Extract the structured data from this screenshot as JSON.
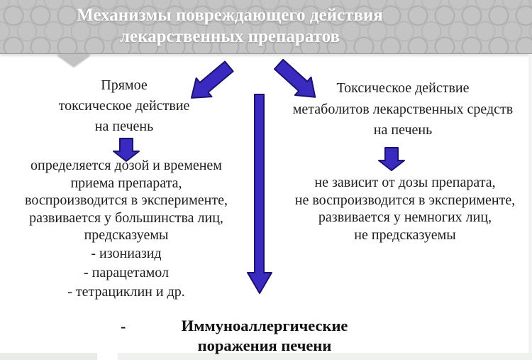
{
  "header": {
    "title_line1": "Механизмы повреждающего действия",
    "title_line2": "лекарственных препаратов"
  },
  "left_column": {
    "heading_lines": [
      "Прямое",
      "токсическое действие",
      "на печень"
    ],
    "details": [
      "определяется дозой и временем",
      "приема препарата,",
      "воспроизводится в эксперименте,",
      "развивается у большинства лиц,",
      "предсказуемы"
    ],
    "examples": [
      "- изониазид",
      "- парацетамол",
      "- тетрациклин и др."
    ]
  },
  "right_column": {
    "heading_lines": [
      "Токсическое действие",
      "метаболитов лекарственных средств",
      "на печень"
    ],
    "details": [
      "не зависит от дозы препарата,",
      "не воспроизводится в эксперименте,",
      "развивается у немногих лиц,",
      "не предсказуемы"
    ]
  },
  "bottom": {
    "dash": "-",
    "heading_line1": "Иммуноаллергические",
    "heading_line2": "поражения печени"
  },
  "icons": {
    "arrow_diag_left": "arrow-down-left-icon",
    "arrow_diag_right": "arrow-down-right-icon",
    "arrow_small_left": "arrow-down-icon",
    "arrow_small_right": "arrow-down-icon",
    "arrow_long": "arrow-down-long-icon"
  },
  "colors": {
    "header_bg": "#c4c4c4",
    "title_color": "#ffffff",
    "text_color": "#1d1d1d",
    "arrow_fill": "#3a2abf",
    "arrow_stroke": "#1b116e"
  }
}
